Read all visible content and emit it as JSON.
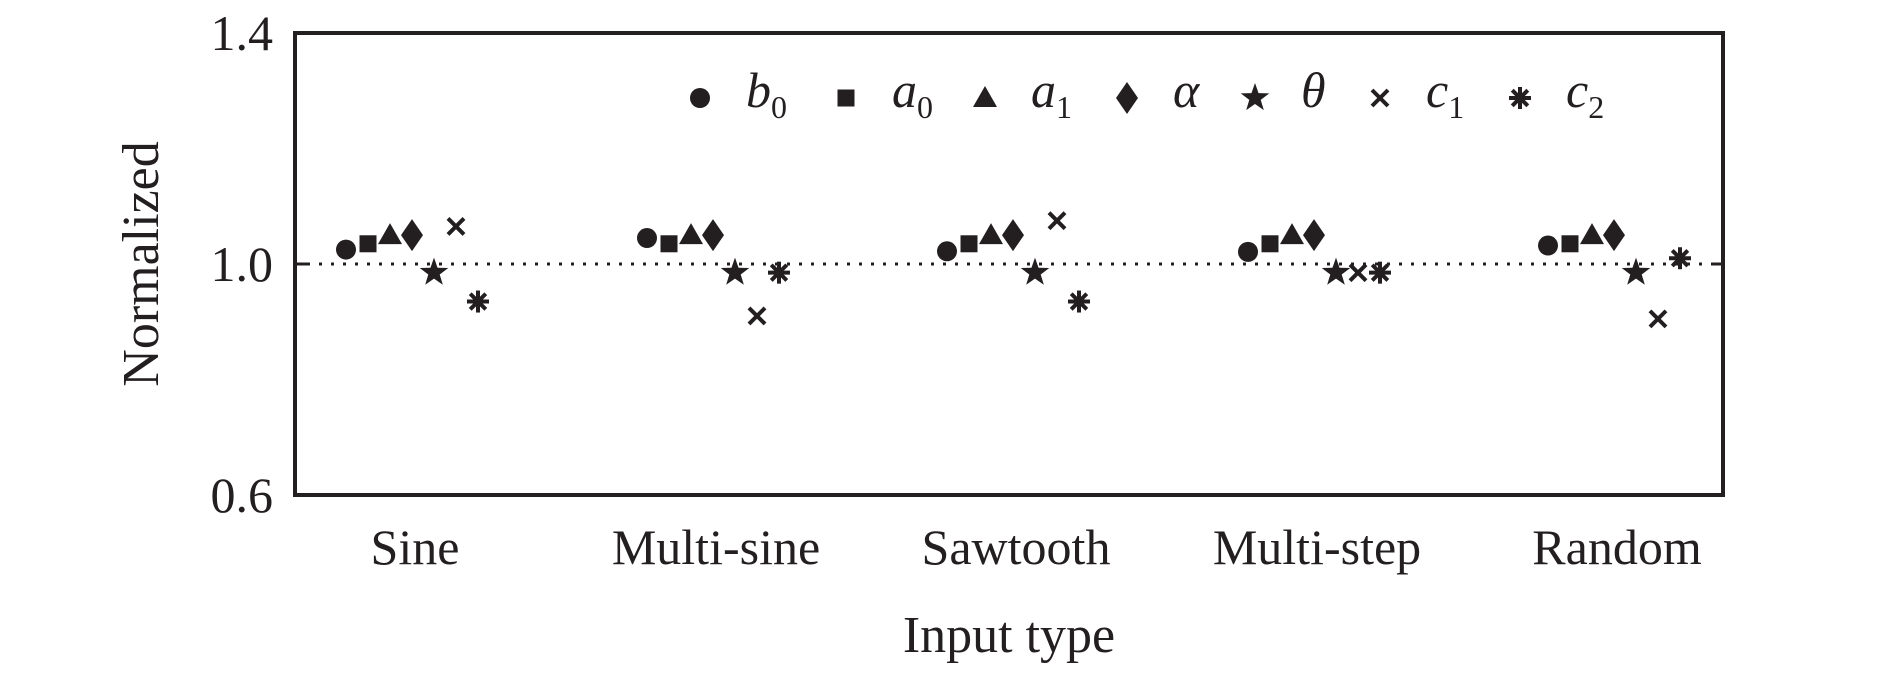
{
  "chart_data": {
    "type": "scatter",
    "title": "",
    "xlabel": "Input type",
    "ylabel": "Normalized",
    "categories": [
      "Sine",
      "Multi-sine",
      "Sawtooth",
      "Multi-step",
      "Random"
    ],
    "ylim": [
      0.6,
      1.4
    ],
    "yticks": [
      "0.6",
      "1.0",
      "1.4"
    ],
    "reference_line": 1.0,
    "grid": false,
    "legend_position": "top-right",
    "series": [
      {
        "name": "b",
        "sub": "0",
        "marker": "circle",
        "values": [
          1.025,
          1.045,
          1.022,
          1.021,
          1.032
        ]
      },
      {
        "name": "a",
        "sub": "0",
        "marker": "square",
        "values": [
          1.035,
          1.035,
          1.035,
          1.035,
          1.035
        ]
      },
      {
        "name": "a",
        "sub": "1",
        "marker": "triangle",
        "values": [
          1.05,
          1.05,
          1.05,
          1.05,
          1.05
        ]
      },
      {
        "name": "α",
        "sub": "",
        "marker": "diamond",
        "values": [
          1.05,
          1.05,
          1.05,
          1.05,
          1.05
        ]
      },
      {
        "name": "θ",
        "sub": "",
        "marker": "star",
        "values": [
          0.985,
          0.985,
          0.985,
          0.985,
          0.985
        ]
      },
      {
        "name": "c",
        "sub": "1",
        "marker": "cross",
        "values": [
          1.065,
          0.91,
          1.075,
          0.985,
          0.905
        ]
      },
      {
        "name": "c",
        "sub": "2",
        "marker": "asterisk",
        "values": [
          0.935,
          0.985,
          0.935,
          0.985,
          1.01
        ]
      }
    ],
    "colors": {
      "marker": "#231f20",
      "axis": "#231f20"
    }
  }
}
